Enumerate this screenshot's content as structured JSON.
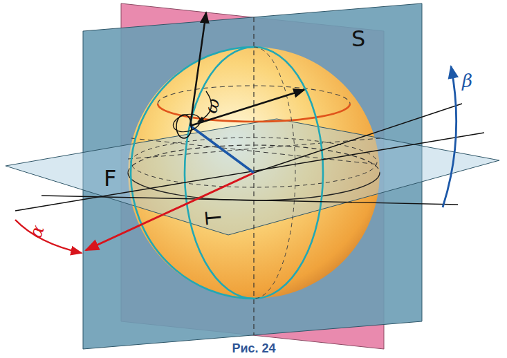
{
  "diagram": {
    "caption": "Рис. 24",
    "labels": [
      "S",
      "F",
      "T",
      "ω",
      "α",
      "β"
    ]
  }
}
